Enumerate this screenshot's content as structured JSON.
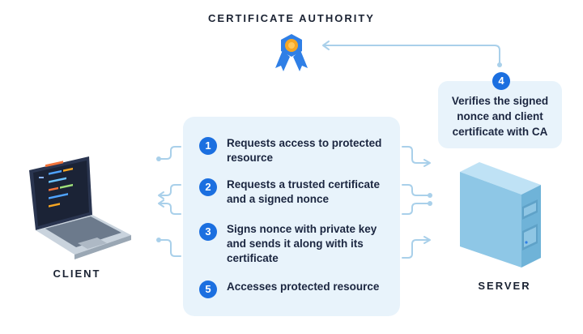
{
  "title": "CERTIFICATE AUTHORITY",
  "client_label": "CLIENT",
  "server_label": "SERVER",
  "steps": [
    {
      "number": "1",
      "text": "Requests access to protected resource",
      "lines": [
        "Requests access to protected",
        "resource"
      ]
    },
    {
      "number": "2",
      "text": "Requests a trusted certificate and a signed nonce",
      "lines": [
        "Requests a trusted certificate",
        "and a signed nonce"
      ]
    },
    {
      "number": "3",
      "text": "Signs nonce with private key and sends it along with its certificate",
      "lines": [
        "Signs nonce with private key",
        "and sends it along with its",
        "certificate"
      ]
    },
    {
      "number": "5",
      "text": "Accesses protected resource",
      "lines": [
        "Accesses protected resource"
      ]
    }
  ],
  "ca_step": {
    "number": "4",
    "lines": [
      "Verifies the signed",
      "nonce and client",
      "certificate with CA"
    ]
  },
  "icons": [
    "certificate-ribbon-icon",
    "laptop-icon",
    "server-tower-icon"
  ],
  "colors": {
    "accent": "#1b6fe0",
    "panel": "#e8f3fb",
    "connector": "#a9d0ea"
  }
}
